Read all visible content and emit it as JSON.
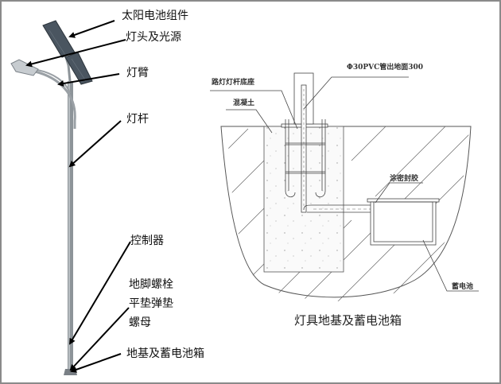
{
  "left_diagram": {
    "labels": {
      "solar_panel": "太阳电池组件",
      "lamp_head": "灯头及光源",
      "lamp_arm": "灯臂",
      "pole": "灯杆",
      "controller": "控制器",
      "anchor_bolt": "地脚螺栓",
      "washers": "平垫弹垫",
      "nut": "螺母",
      "foundation_box": "地基及蓄电池箱"
    }
  },
  "right_diagram": {
    "labels": {
      "pvc_pipe": "Φ30PVC管出地面300",
      "pole_base": "路灯灯杆底座",
      "concrete": "混凝土",
      "sealant": "涂密封胶",
      "battery": "蓄电池"
    },
    "caption": "灯具地基及蓄电池箱"
  },
  "colors": {
    "pole": "#8d9499",
    "panel": "#4a5560",
    "line": "#333333",
    "border": "#8a8a8a"
  }
}
